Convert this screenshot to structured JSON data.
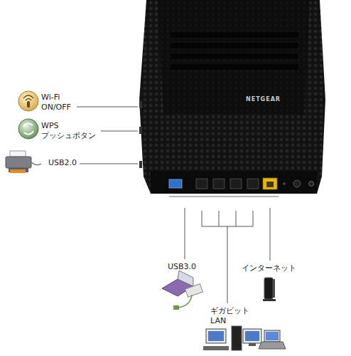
{
  "diagram": {
    "labels": [
      "Wi-Fi ON/OFF",
      "WPS プッシュボタン",
      "USB2.0",
      "NETGEAR",
      "USB3.0",
      "インターネット",
      "ギガビット LAN"
    ]
  }
}
